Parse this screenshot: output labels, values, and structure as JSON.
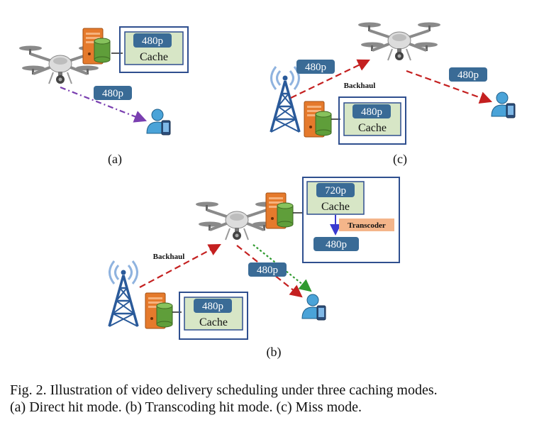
{
  "panels": {
    "a": {
      "label": "(a)",
      "cache_label": "Cache",
      "cache_resolution": "480p",
      "delivery_label": "480p"
    },
    "b": {
      "label": "(b)",
      "uav_cache_resolution": "720p",
      "uav_cache_label": "Cache",
      "transcoder_label": "Transcoder",
      "transcoded_resolution": "480p",
      "backhaul_label": "Backhaul",
      "delivery_label": "480p",
      "bs_cache_resolution": "480p",
      "bs_cache_label": "Cache"
    },
    "c": {
      "label": "(c)",
      "backhaul_resolution": "480p",
      "backhaul_label": "Backhaul",
      "delivery_label": "480p",
      "bs_cache_resolution": "480p",
      "bs_cache_label": "Cache"
    }
  },
  "caption": {
    "line1": "Fig. 2.    Illustration of video delivery scheduling under three caching modes.",
    "line2": "(a) Direct hit mode. (b) Transcoding hit mode. (c) Miss mode."
  },
  "colors": {
    "badge_fill": "#3a6b96",
    "cache_fill": "#d7e6c6",
    "frame_stroke": "#2f4f8f",
    "server_orange": "#e57a2c",
    "disk_green": "#5f9e3a",
    "red_arrow": "#c42020",
    "purple_arrow": "#7a3fb0",
    "green_arrow": "#2f9a2f",
    "transcoder_fill": "#f4b58a",
    "tower_blue": "#2a5a9a",
    "user_blue": "#4aa3d8"
  }
}
